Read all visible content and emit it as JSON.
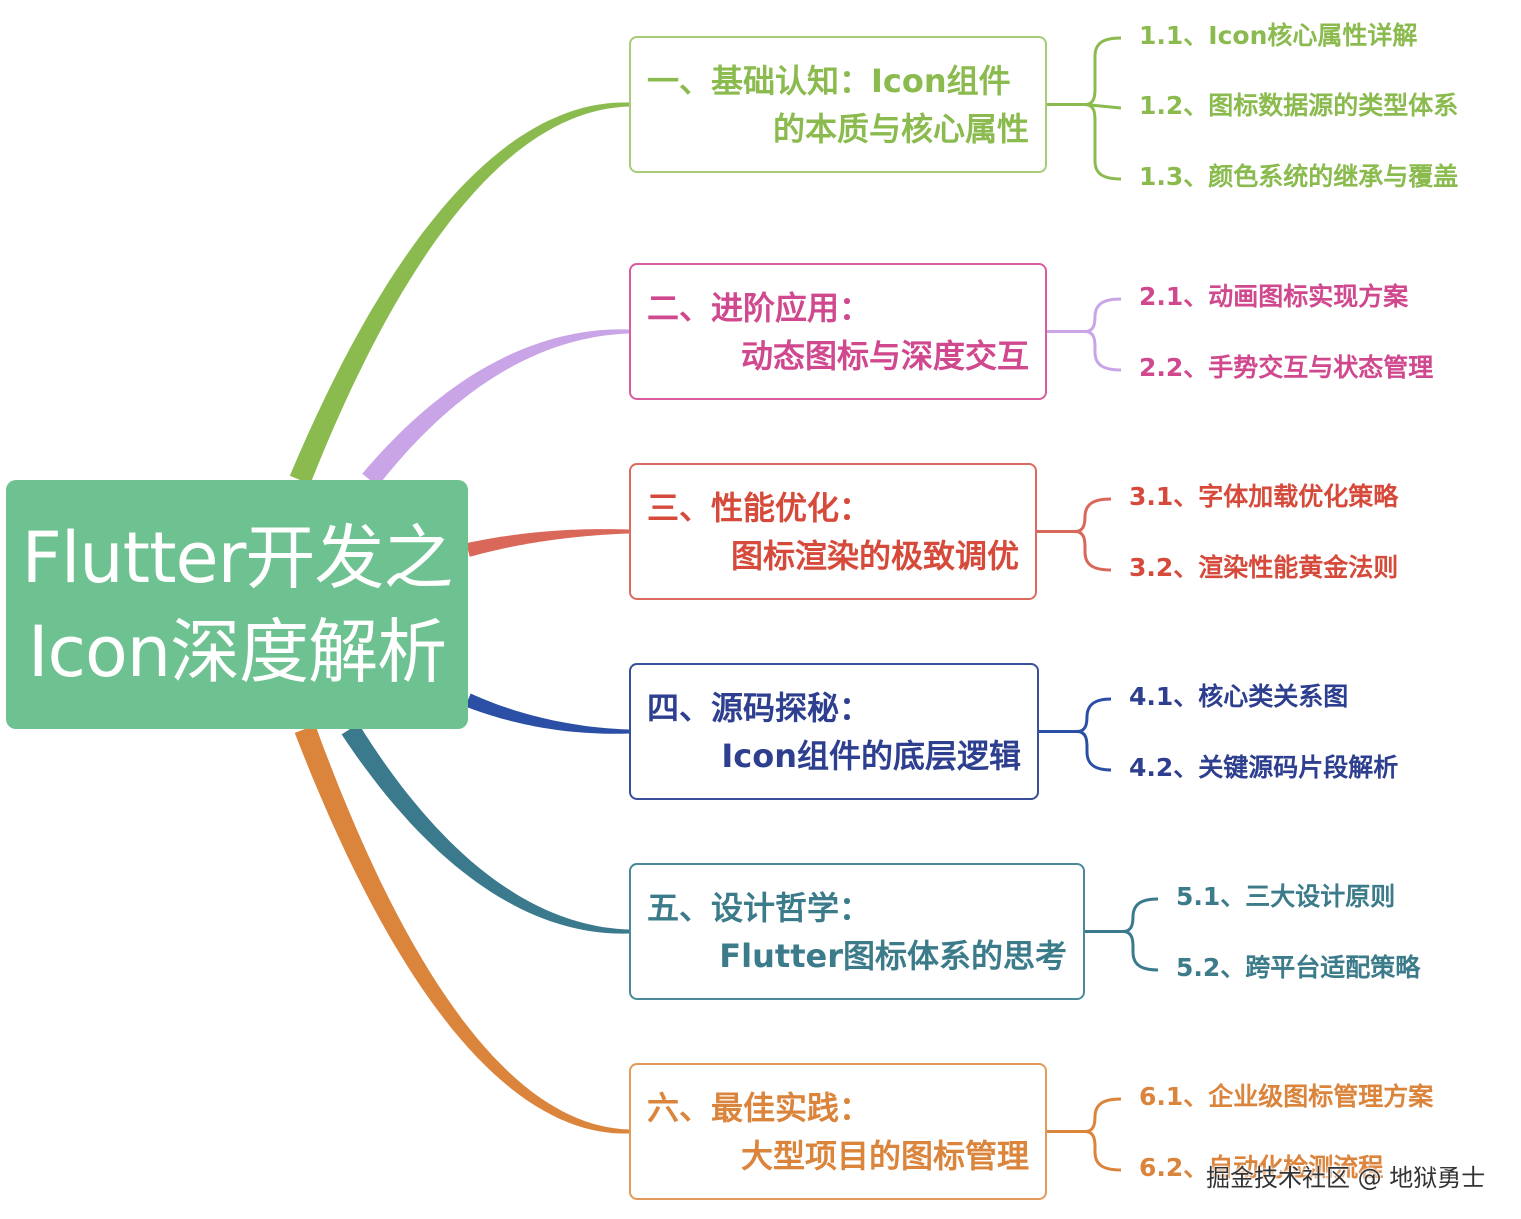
{
  "root": {
    "line1": "Flutter开发之",
    "line2": "Icon深度解析"
  },
  "branches": [
    {
      "line1": "一、基础认知：Icon组件",
      "line2": "的本质与核心属性",
      "color": "#8bbb4f",
      "text_color": "#8bbb4f",
      "border": "#a6cc78",
      "children": [
        "1.1、Icon核心属性详解",
        "1.2、图标数据源的类型体系",
        "1.3、颜色系统的继承与覆盖"
      ]
    },
    {
      "line1": "二、进阶应用：",
      "line2": "动态图标与深度交互",
      "color": "#c9a5e7",
      "text_color": "#d0488e",
      "border": "#d95c9e",
      "children": [
        "2.1、动画图标实现方案",
        "2.2、手势交互与状态管理"
      ]
    },
    {
      "line1": "三、性能优化：",
      "line2": "图标渲染的极致调优",
      "color": "#d9685a",
      "text_color": "#d64a3b",
      "border": "#dc6b5f",
      "children": [
        "3.1、字体加载优化策略",
        "3.2、渲染性能黄金法则"
      ]
    },
    {
      "line1": "四、源码探秘：",
      "line2": "Icon组件的底层逻辑",
      "color": "#2b4fa4",
      "text_color": "#2e3f8f",
      "border": "#3a4f9c",
      "children": [
        "4.1、核心类关系图",
        "4.2、关键源码片段解析"
      ]
    },
    {
      "line1": "五、设计哲学：",
      "line2": "Flutter图标体系的思考",
      "color": "#3a7a8c",
      "text_color": "#3b7b8a",
      "border": "#4a8a98",
      "children": [
        "5.1、三大设计原则",
        "5.2、跨平台适配策略"
      ]
    },
    {
      "line1": "六、最佳实践：",
      "line2": "大型项目的图标管理",
      "color": "#db843c",
      "text_color": "#db843c",
      "border": "#e29a5a",
      "children": [
        "6.1、企业级图标管理方案",
        "6.2、自动化检测流程"
      ]
    }
  ],
  "watermark": "掘金技术社区 @ 地狱勇士"
}
